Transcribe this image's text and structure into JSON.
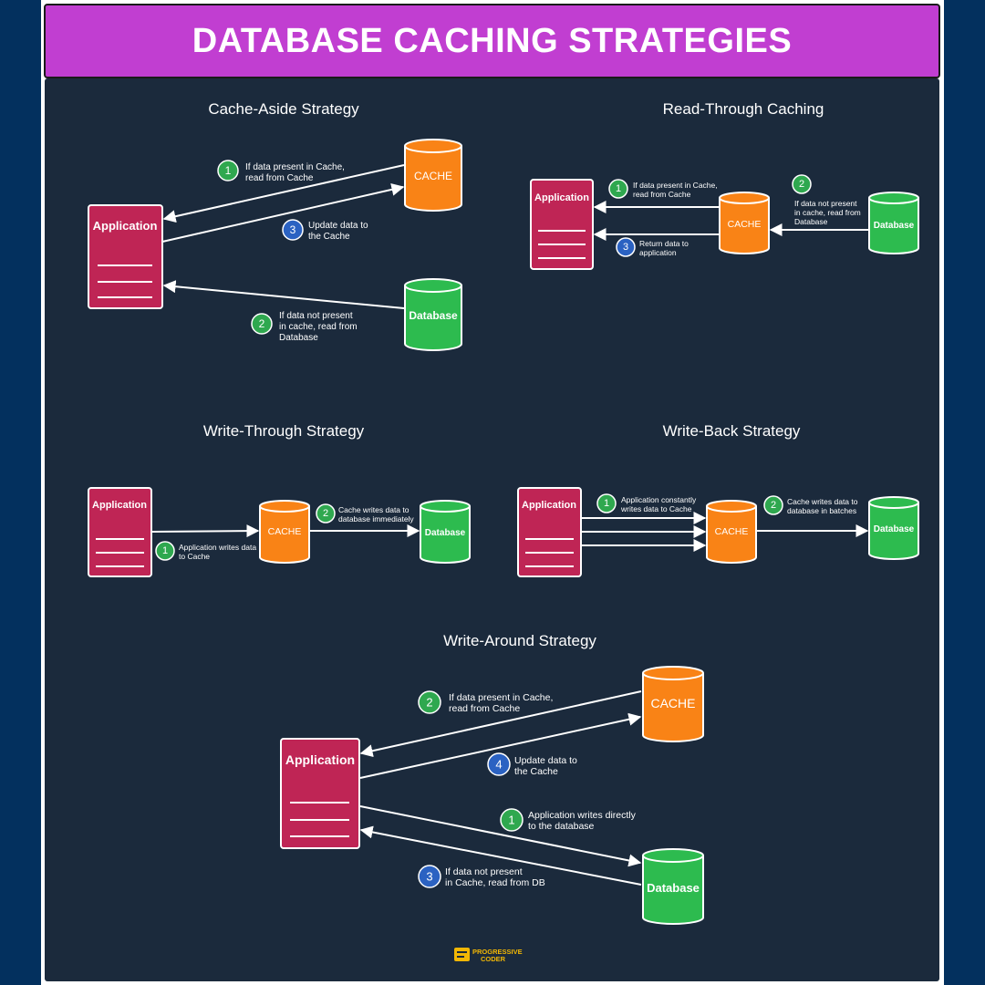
{
  "header": {
    "title": "DATABASE CACHING STRATEGIES"
  },
  "sections": {
    "cache_aside": {
      "title": "Cache-Aside Strategy",
      "app": "Application",
      "cache": "CACHE",
      "db": "Database",
      "steps": [
        {
          "num": "1",
          "lines": [
            "If data present in Cache,",
            "read from Cache"
          ]
        },
        {
          "num": "2",
          "lines": [
            "If data not present",
            "in cache, read from",
            "Database"
          ]
        },
        {
          "num": "3",
          "lines": [
            "Update data to",
            "the Cache"
          ]
        }
      ]
    },
    "read_through": {
      "title": "Read-Through Caching",
      "app": "Application",
      "cache": "CACHE",
      "db": "Database",
      "steps": [
        {
          "num": "1",
          "lines": [
            "If data present in Cache,",
            "read from Cache"
          ]
        },
        {
          "num": "2",
          "lines": [
            "If data not present",
            "in cache, read from",
            "Database"
          ]
        },
        {
          "num": "3",
          "lines": [
            "Return data to",
            "application"
          ]
        }
      ]
    },
    "write_through": {
      "title": "Write-Through Strategy",
      "app": "Application",
      "cache": "CACHE",
      "db": "Database",
      "steps": [
        {
          "num": "1",
          "lines": [
            "Application writes data",
            "to Cache"
          ]
        },
        {
          "num": "2",
          "lines": [
            "Cache writes data to",
            "database immediately"
          ]
        }
      ]
    },
    "write_back": {
      "title": "Write-Back Strategy",
      "app": "Application",
      "cache": "CACHE",
      "db": "Database",
      "steps": [
        {
          "num": "1",
          "lines": [
            "Application constantly",
            "writes data to Cache"
          ]
        },
        {
          "num": "2",
          "lines": [
            "Cache writes data to",
            "database in batches"
          ]
        }
      ]
    },
    "write_around": {
      "title": "Write-Around Strategy",
      "app": "Application",
      "cache": "CACHE",
      "db": "Database",
      "steps": [
        {
          "num": "1",
          "lines": [
            "Application writes directly",
            "to the database"
          ]
        },
        {
          "num": "2",
          "lines": [
            "If data present in Cache,",
            "read from Cache"
          ]
        },
        {
          "num": "3",
          "lines": [
            "If data not present",
            "in Cache, read from DB"
          ]
        },
        {
          "num": "4",
          "lines": [
            "Update data to",
            "the Cache"
          ]
        }
      ]
    }
  },
  "footer": {
    "logo_line1": "PROGRESSIVE",
    "logo_line2": "CODER"
  },
  "colors": {
    "banner": "#c13ed1",
    "panel": "#1b2a3c",
    "application": "#bf2555",
    "cache": "#f98316",
    "database": "#2dbb4f",
    "step_green": "#2fa84f",
    "step_blue": "#2b62c2"
  }
}
